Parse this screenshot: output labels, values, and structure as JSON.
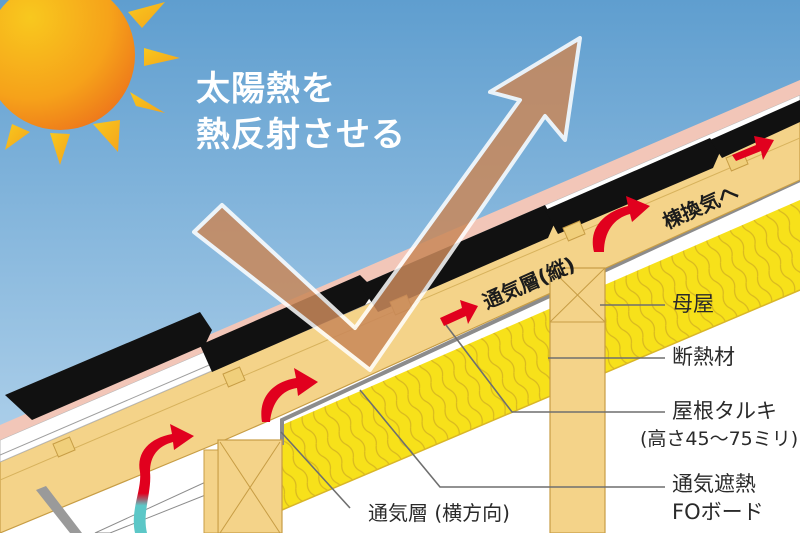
{
  "headline": {
    "line1": "太陽熱を",
    "line2": "熱反射させる"
  },
  "airflow_labels": {
    "vertical_layer": "通気層(縦)",
    "to_ridge_vent": "棟換気へ"
  },
  "callouts": {
    "purlin": "母屋",
    "insulation": "断熱材",
    "rafter": "屋根タルキ",
    "rafter_height": "(高さ45〜75ミリ)",
    "board_line1": "通気遮熱",
    "board_line2": "FOボード",
    "horizontal_layer": "通気層 (横方向)"
  },
  "colors": {
    "sky_top": "#5f9ecf",
    "sky_bottom": "#bcd9ef",
    "sun": "#f6a21a",
    "sun_light": "#f8c81e",
    "roof_tile": "#111111",
    "roof_underlay": "#f2c6b8",
    "timber": "#f4d389",
    "insulation": "#f7e11a",
    "airflow_arrow": "#e1001e",
    "intake_air": "#5cc7c7",
    "reflect_arrow": "#c9885a",
    "callout_line": "#6f6f6f"
  }
}
